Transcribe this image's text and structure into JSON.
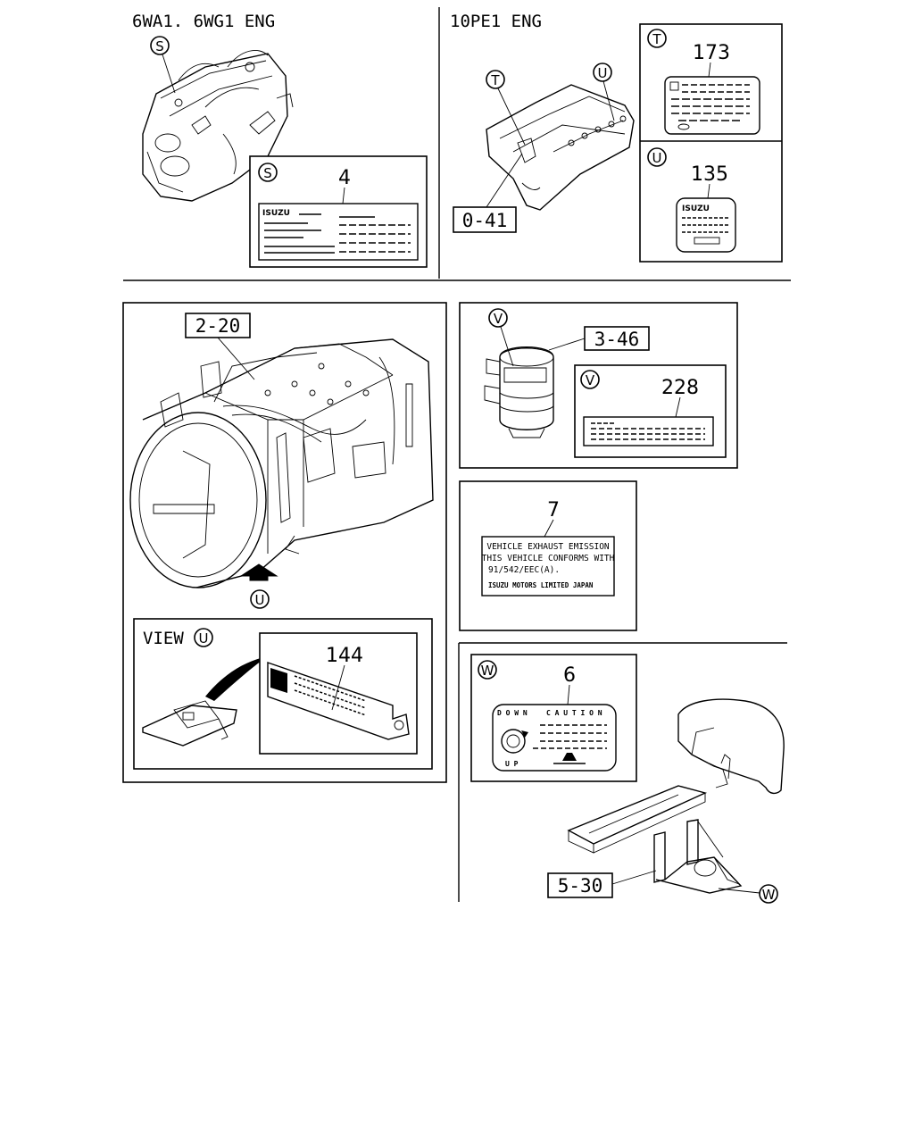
{
  "sections": {
    "engine_6wa1": "6WA1. 6WG1  ENG",
    "engine_10pe1": "10PE1  ENG",
    "view_u": "VIEW"
  },
  "callouts": {
    "S": "S",
    "T": "T",
    "U": "U",
    "V": "V",
    "W": "W"
  },
  "part_numbers": {
    "label_4": "4",
    "label_173": "173",
    "label_135": "135",
    "label_228": "228",
    "label_7": "7",
    "label_144": "144",
    "label_6": "6"
  },
  "references": {
    "ref_0_41": "0-41",
    "ref_2_20": "2-20",
    "ref_3_46": "3-46",
    "ref_5_30": "5-30"
  },
  "label_text": {
    "isuzu": "ISUZU",
    "emission_line1": "VEHICLE EXHAUST EMISSION",
    "emission_line2": "THIS VEHICLE CONFORMS WITH",
    "emission_line3": "91/542/EEC(A).",
    "emission_line4": "ISUZU MOTORS LIMITED JAPAN",
    "caution_down": "D O W N",
    "caution_word": "C A U T I O N",
    "caution_up": "U P"
  }
}
